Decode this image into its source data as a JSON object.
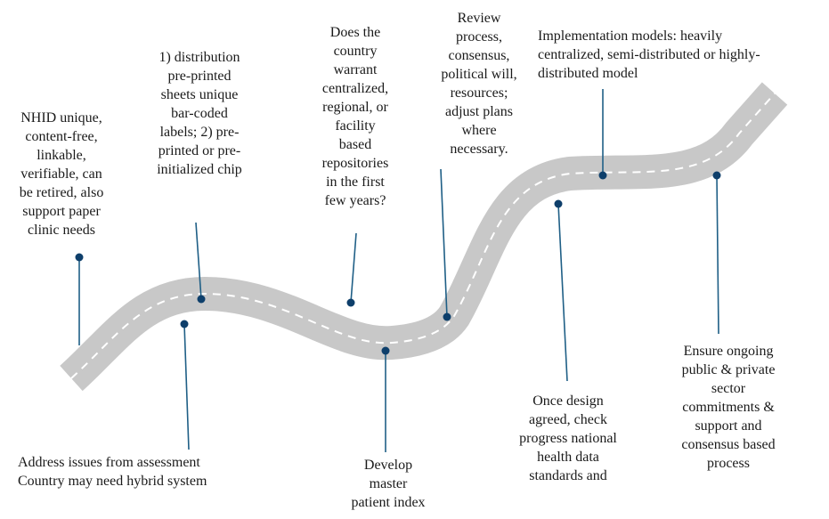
{
  "colors": {
    "road": "#c8c8c8",
    "road_dash": "#ffffff",
    "leader": "#1f5f86",
    "dot": "#0e3f6b",
    "text": "#1a1a1a"
  },
  "labels": {
    "nhid": [
      "NHID unique,",
      "content-free,",
      "linkable,",
      "verifiable, can",
      "be retired, also",
      "support paper",
      "clinic needs"
    ],
    "distribution": [
      "1) distribution",
      "pre-printed",
      "sheets unique",
      "bar-coded",
      "labels; 2) pre-",
      "printed or pre-",
      "initialized chip"
    ],
    "repositories": [
      "Does the",
      "country",
      "warrant",
      "centralized,",
      "regional, or",
      "facility",
      "based",
      "repositories",
      "in the first",
      "few years?"
    ],
    "review": [
      "Review",
      "process,",
      "consensus,",
      "political will,",
      "resources;",
      "adjust plans",
      "where",
      "necessary."
    ],
    "implementation": [
      "Implementation models: heavily",
      "centralized, semi-distributed or highly-",
      "distributed model"
    ],
    "assessment": [
      "Address issues from assessment",
      "Country may need hybrid system"
    ],
    "mpi": [
      "Develop",
      "master",
      "patient index"
    ],
    "standards": [
      "Once design",
      "agreed, check",
      "progress national",
      "health data",
      "standards and"
    ],
    "commitments": [
      "Ensure ongoing",
      "public & private",
      "sector",
      "commitments &",
      "support and",
      "consensus based",
      "process"
    ]
  }
}
